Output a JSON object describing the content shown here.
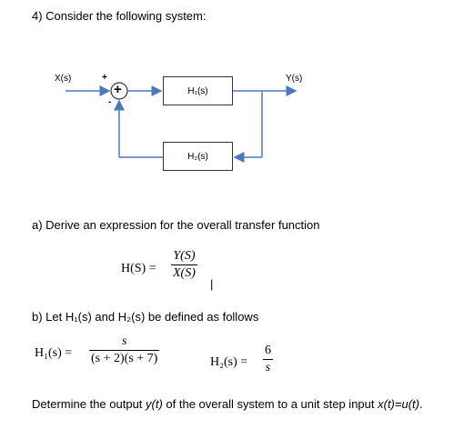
{
  "question": {
    "heading": "4) Consider the following system:"
  },
  "diagram": {
    "input_label": "X(s)",
    "output_label": "Y(s)",
    "plus_sign": "+",
    "minus_sign": "-",
    "summer_symbol": "+",
    "block_h1": "H₁(s)",
    "block_h2": "H₂(s)",
    "line_color": "#4a7ab8"
  },
  "part_a": {
    "text": "a) Derive an expression for the overall transfer function",
    "lhs": "H(S) =",
    "numerator": "Y(S)",
    "denominator": "X(S)",
    "cursor": "|"
  },
  "part_b": {
    "text": "b) Let H₁(s) and H₂(s) be defined as follows",
    "h1_lhs": "H₁(s) =",
    "h1_numerator": "s",
    "h1_denominator": "(s + 2)(s + 7)",
    "h2_lhs": "H₂(s) =",
    "h2_numerator": "6",
    "h2_denominator": "s",
    "task_prefix": "Determine the output ",
    "task_output": "y(t)",
    "task_middle": " of the overall system to a unit step input ",
    "task_input": "x(t)=u(t)",
    "task_suffix": "."
  }
}
